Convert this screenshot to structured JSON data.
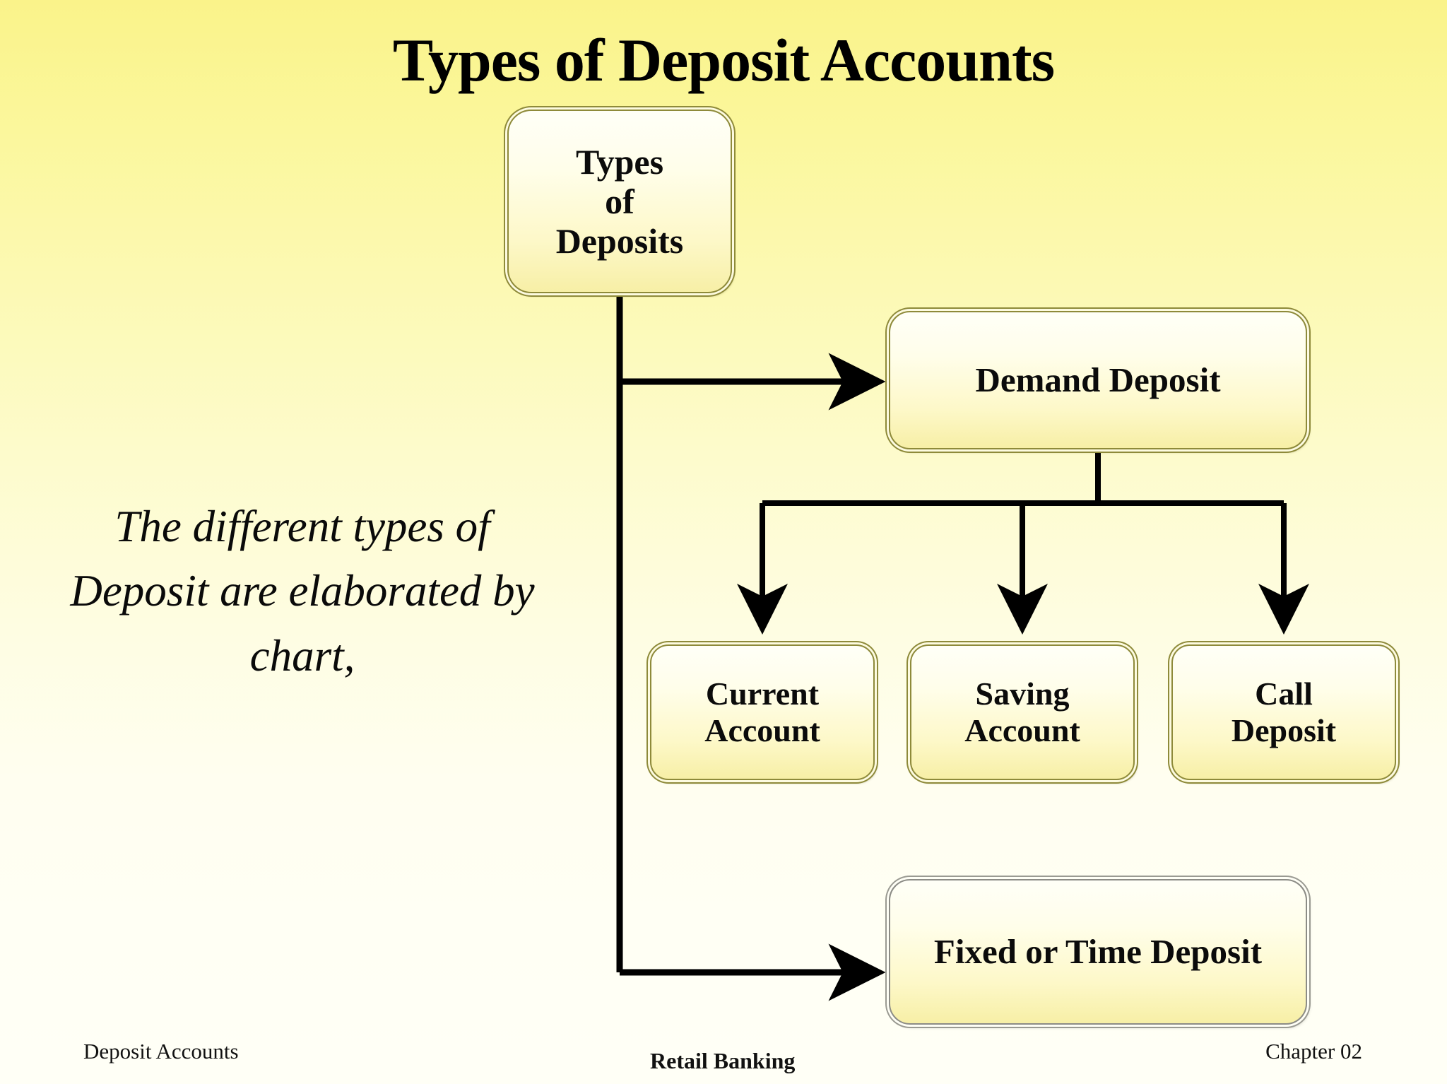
{
  "slide": {
    "title": "Types of Deposit Accounts",
    "note": "The different types of Deposit are elaborated by chart,",
    "background_top": "#FAF38A",
    "background_bottom": "#FFFFF6"
  },
  "diagram": {
    "type": "flowchart",
    "accent_border_olive": "#8E8A3A",
    "accent_border_silver": "#9A9A92",
    "connector_color": "#000000",
    "nodes": [
      {
        "id": "root",
        "label": "Types\nof\nDeposits",
        "label_lines": [
          "Types",
          "of",
          "Deposits"
        ],
        "border": "olive"
      },
      {
        "id": "demand",
        "label": "Demand Deposit",
        "label_lines": [
          "Demand Deposit"
        ],
        "border": "olive"
      },
      {
        "id": "current",
        "label": "Current Account",
        "label_lines": [
          "Current",
          "Account"
        ],
        "border": "olive"
      },
      {
        "id": "saving",
        "label": "Saving Account",
        "label_lines": [
          "Saving",
          "Account"
        ],
        "border": "olive"
      },
      {
        "id": "call",
        "label": "Call Deposit",
        "label_lines": [
          "Call",
          "Deposit"
        ],
        "border": "olive"
      },
      {
        "id": "fixed",
        "label": "Fixed or Time Deposit",
        "label_lines": [
          "Fixed or Time Deposit"
        ],
        "border": "silver"
      }
    ],
    "edges": [
      {
        "from": "root",
        "to": "demand",
        "style": "elbow-arrow"
      },
      {
        "from": "root",
        "to": "fixed",
        "style": "elbow-arrow"
      },
      {
        "from": "demand",
        "to": "current",
        "style": "elbow-arrow"
      },
      {
        "from": "demand",
        "to": "saving",
        "style": "elbow-arrow"
      },
      {
        "from": "demand",
        "to": "call",
        "style": "elbow-arrow"
      }
    ]
  },
  "footer": {
    "left": "Deposit Accounts",
    "center": "Retail Banking",
    "right": "Chapter 02"
  }
}
